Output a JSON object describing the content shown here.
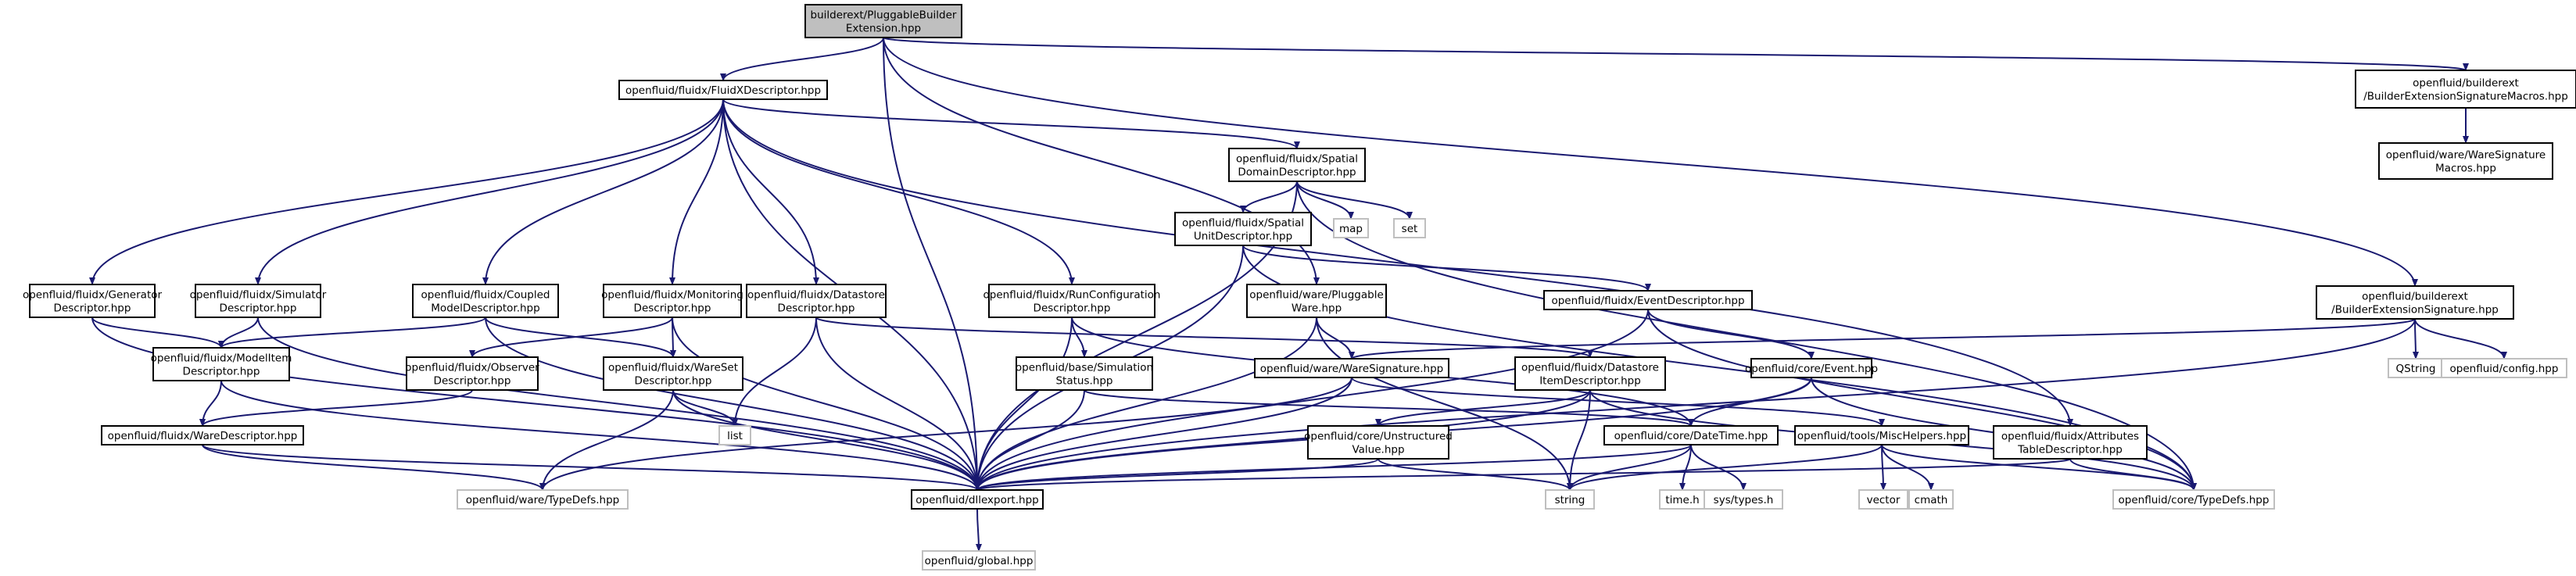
{
  "graph": {
    "title": "builderext/PluggableBuilderExtension.hpp include dependency graph",
    "colors": {
      "edge": "#191970",
      "root_fill": "#bfbfbf",
      "node_border": "#000000",
      "external_border": "#bfbfbf"
    },
    "nodes": [
      {
        "id": "root",
        "lines": [
          "builderext/PluggableBuilder",
          "Extension.hpp"
        ],
        "kind": "root"
      },
      {
        "id": "fluidxdesc",
        "lines": [
          "openfluid/fluidx/FluidXDescriptor.hpp"
        ]
      },
      {
        "id": "sigmacros",
        "lines": [
          "openfluid/builderext",
          "/BuilderExtensionSignatureMacros.hpp"
        ]
      },
      {
        "id": "waresigmacros",
        "lines": [
          "openfluid/ware/WareSignature",
          "Macros.hpp"
        ]
      },
      {
        "id": "spatialdomain",
        "lines": [
          "openfluid/fluidx/Spatial",
          "DomainDescriptor.hpp"
        ]
      },
      {
        "id": "map",
        "lines": [
          "map"
        ],
        "kind": "external"
      },
      {
        "id": "set",
        "lines": [
          "set"
        ],
        "kind": "external"
      },
      {
        "id": "spatialunit",
        "lines": [
          "openfluid/fluidx/Spatial",
          "UnitDescriptor.hpp"
        ]
      },
      {
        "id": "generator",
        "lines": [
          "openfluid/fluidx/Generator",
          "Descriptor.hpp"
        ]
      },
      {
        "id": "simulator",
        "lines": [
          "openfluid/fluidx/Simulator",
          "Descriptor.hpp"
        ]
      },
      {
        "id": "coupled",
        "lines": [
          "openfluid/fluidx/Coupled",
          "ModelDescriptor.hpp"
        ]
      },
      {
        "id": "monitoring",
        "lines": [
          "openfluid/fluidx/Monitoring",
          "Descriptor.hpp"
        ]
      },
      {
        "id": "datastore",
        "lines": [
          "openfluid/fluidx/Datastore",
          "Descriptor.hpp"
        ]
      },
      {
        "id": "runconfig",
        "lines": [
          "openfluid/fluidx/RunConfiguration",
          "Descriptor.hpp"
        ]
      },
      {
        "id": "pluggableware",
        "lines": [
          "openfluid/ware/Pluggable",
          "Ware.hpp"
        ]
      },
      {
        "id": "eventdesc",
        "lines": [
          "openfluid/fluidx/EventDescriptor.hpp"
        ]
      },
      {
        "id": "buildersig",
        "lines": [
          "openfluid/builderext",
          "/BuilderExtensionSignature.hpp"
        ]
      },
      {
        "id": "qstring",
        "lines": [
          "QString"
        ],
        "kind": "external"
      },
      {
        "id": "config",
        "lines": [
          "openfluid/config.hpp"
        ],
        "kind": "external"
      },
      {
        "id": "modelitem",
        "lines": [
          "openfluid/fluidx/ModelItem",
          "Descriptor.hpp"
        ]
      },
      {
        "id": "observer",
        "lines": [
          "openfluid/fluidx/Observer",
          "Descriptor.hpp"
        ]
      },
      {
        "id": "wareset",
        "lines": [
          "openfluid/fluidx/WareSet",
          "Descriptor.hpp"
        ]
      },
      {
        "id": "simstatus",
        "lines": [
          "openfluid/base/Simulation",
          "Status.hpp"
        ]
      },
      {
        "id": "waresig",
        "lines": [
          "openfluid/ware/WareSignature.hpp"
        ]
      },
      {
        "id": "dsitem",
        "lines": [
          "openfluid/fluidx/Datastore",
          "ItemDescriptor.hpp"
        ]
      },
      {
        "id": "event",
        "lines": [
          "openfluid/core/Event.hpp"
        ]
      },
      {
        "id": "waredesc",
        "lines": [
          "openfluid/fluidx/WareDescriptor.hpp"
        ]
      },
      {
        "id": "list",
        "lines": [
          "list"
        ],
        "kind": "external"
      },
      {
        "id": "unstructured",
        "lines": [
          "openfluid/core/Unstructured",
          "Value.hpp"
        ]
      },
      {
        "id": "datetime",
        "lines": [
          "openfluid/core/DateTime.hpp"
        ]
      },
      {
        "id": "mischelpers",
        "lines": [
          "openfluid/tools/MiscHelpers.hpp"
        ]
      },
      {
        "id": "attrtable",
        "lines": [
          "openfluid/fluidx/Attributes",
          "TableDescriptor.hpp"
        ]
      },
      {
        "id": "waretypedefs",
        "lines": [
          "openfluid/ware/TypeDefs.hpp"
        ],
        "kind": "external"
      },
      {
        "id": "dllexport",
        "lines": [
          "openfluid/dllexport.hpp"
        ]
      },
      {
        "id": "string",
        "lines": [
          "string"
        ],
        "kind": "external"
      },
      {
        "id": "timeh",
        "lines": [
          "time.h"
        ],
        "kind": "external"
      },
      {
        "id": "systypes",
        "lines": [
          "sys/types.h"
        ],
        "kind": "external"
      },
      {
        "id": "vector",
        "lines": [
          "vector"
        ],
        "kind": "external"
      },
      {
        "id": "cmath",
        "lines": [
          "cmath"
        ],
        "kind": "external"
      },
      {
        "id": "coretypedefs",
        "lines": [
          "openfluid/core/TypeDefs.hpp"
        ],
        "kind": "external"
      },
      {
        "id": "global",
        "lines": [
          "openfluid/global.hpp"
        ],
        "kind": "external"
      }
    ],
    "edges": [
      [
        "root",
        "fluidxdesc"
      ],
      [
        "root",
        "sigmacros"
      ],
      [
        "root",
        "buildersig"
      ],
      [
        "root",
        "pluggableware"
      ],
      [
        "root",
        "dllexport"
      ],
      [
        "sigmacros",
        "waresigmacros"
      ],
      [
        "fluidxdesc",
        "spatialdomain"
      ],
      [
        "fluidxdesc",
        "generator"
      ],
      [
        "fluidxdesc",
        "simulator"
      ],
      [
        "fluidxdesc",
        "coupled"
      ],
      [
        "fluidxdesc",
        "monitoring"
      ],
      [
        "fluidxdesc",
        "datastore"
      ],
      [
        "fluidxdesc",
        "runconfig"
      ],
      [
        "fluidxdesc",
        "dllexport"
      ],
      [
        "fluidxdesc",
        "attrtable"
      ],
      [
        "spatialdomain",
        "map"
      ],
      [
        "spatialdomain",
        "set"
      ],
      [
        "spatialdomain",
        "spatialunit"
      ],
      [
        "spatialdomain",
        "dllexport"
      ],
      [
        "spatialdomain",
        "coretypedefs"
      ],
      [
        "spatialunit",
        "eventdesc"
      ],
      [
        "spatialunit",
        "dllexport"
      ],
      [
        "spatialunit",
        "coretypedefs"
      ],
      [
        "generator",
        "modelitem"
      ],
      [
        "generator",
        "dllexport"
      ],
      [
        "simulator",
        "modelitem"
      ],
      [
        "simulator",
        "dllexport"
      ],
      [
        "coupled",
        "modelitem"
      ],
      [
        "coupled",
        "wareset"
      ],
      [
        "coupled",
        "dllexport"
      ],
      [
        "monitoring",
        "observer"
      ],
      [
        "monitoring",
        "wareset"
      ],
      [
        "monitoring",
        "dllexport"
      ],
      [
        "datastore",
        "dsitem"
      ],
      [
        "datastore",
        "list"
      ],
      [
        "datastore",
        "dllexport"
      ],
      [
        "runconfig",
        "simstatus"
      ],
      [
        "runconfig",
        "datetime"
      ],
      [
        "runconfig",
        "dllexport"
      ],
      [
        "pluggableware",
        "waresig"
      ],
      [
        "pluggableware",
        "string"
      ],
      [
        "pluggableware",
        "dllexport"
      ],
      [
        "eventdesc",
        "event"
      ],
      [
        "eventdesc",
        "dllexport"
      ],
      [
        "eventdesc",
        "coretypedefs"
      ],
      [
        "buildersig",
        "qstring"
      ],
      [
        "buildersig",
        "config"
      ],
      [
        "buildersig",
        "waresig"
      ],
      [
        "buildersig",
        "dllexport"
      ],
      [
        "modelitem",
        "waredesc"
      ],
      [
        "modelitem",
        "dllexport"
      ],
      [
        "observer",
        "waredesc"
      ],
      [
        "wareset",
        "list"
      ],
      [
        "wareset",
        "waretypedefs"
      ],
      [
        "wareset",
        "dllexport"
      ],
      [
        "simstatus",
        "datetime"
      ],
      [
        "simstatus",
        "dllexport"
      ],
      [
        "waresig",
        "waretypedefs"
      ],
      [
        "waresig",
        "mischelpers"
      ],
      [
        "waresig",
        "dllexport"
      ],
      [
        "dsitem",
        "unstructured"
      ],
      [
        "dsitem",
        "string"
      ],
      [
        "dsitem",
        "dllexport"
      ],
      [
        "dsitem",
        "coretypedefs"
      ],
      [
        "event",
        "datetime"
      ],
      [
        "event",
        "dllexport"
      ],
      [
        "event",
        "coretypedefs"
      ],
      [
        "waredesc",
        "waretypedefs"
      ],
      [
        "waredesc",
        "dllexport"
      ],
      [
        "unstructured",
        "string"
      ],
      [
        "unstructured",
        "dllexport"
      ],
      [
        "datetime",
        "string"
      ],
      [
        "datetime",
        "timeh"
      ],
      [
        "datetime",
        "systypes"
      ],
      [
        "datetime",
        "dllexport"
      ],
      [
        "mischelpers",
        "vector"
      ],
      [
        "mischelpers",
        "cmath"
      ],
      [
        "mischelpers",
        "string"
      ],
      [
        "mischelpers",
        "coretypedefs"
      ],
      [
        "attrtable",
        "dllexport"
      ],
      [
        "attrtable",
        "coretypedefs"
      ],
      [
        "dllexport",
        "global"
      ]
    ]
  }
}
